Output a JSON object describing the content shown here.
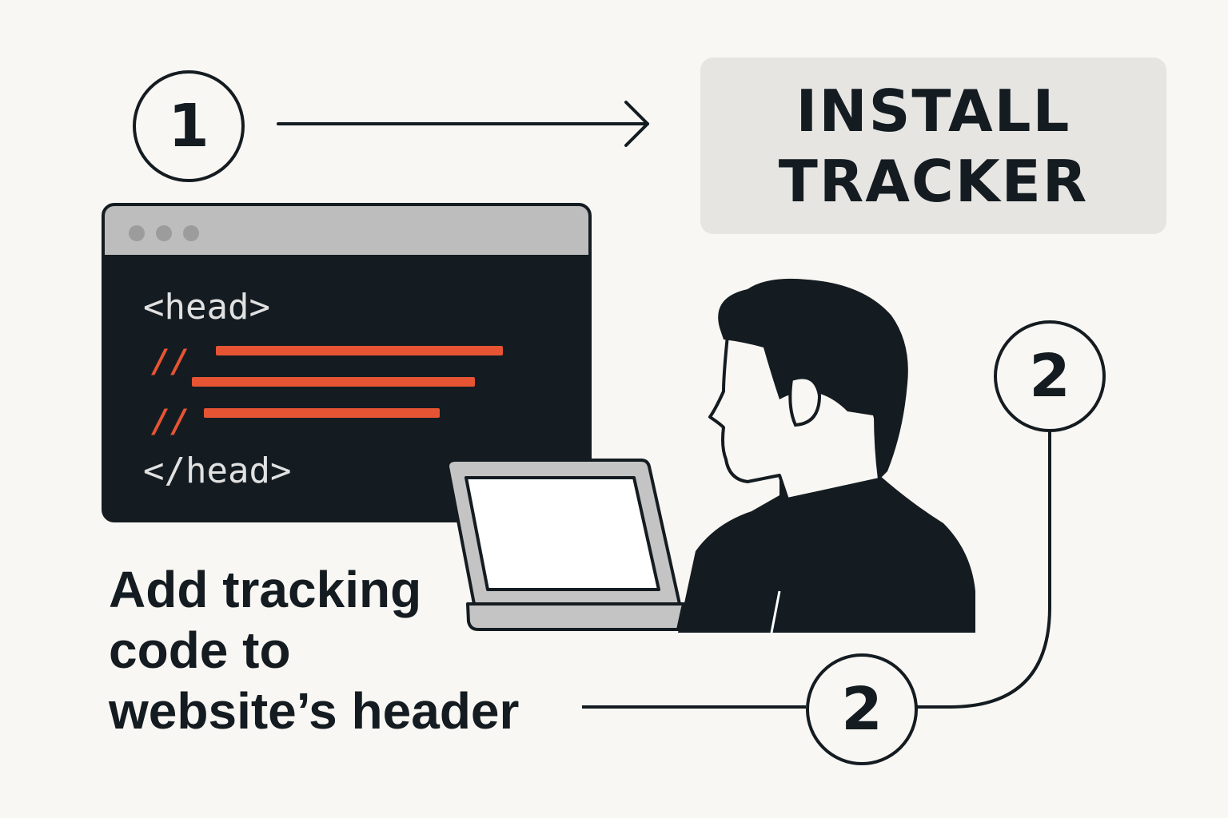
{
  "steps": {
    "step1_number": "1",
    "step2_number": "2",
    "step2_repeat_number": "2"
  },
  "install_box": {
    "line1": "INSTALL",
    "line2": "TRACKER"
  },
  "code_window": {
    "open_tag": "<head>",
    "close_tag": "</head>",
    "comment_marker": "//"
  },
  "caption": {
    "line1": "Add tracking",
    "line2": "code to",
    "line3": "website’s header"
  },
  "colors": {
    "ink": "#141c21",
    "background": "#f9f7f3",
    "accent_red": "#e65433",
    "box_gray": "#e6e5e2"
  },
  "icons": [
    "arrow-right-icon",
    "browser-window-icon",
    "person-at-laptop-icon"
  ]
}
